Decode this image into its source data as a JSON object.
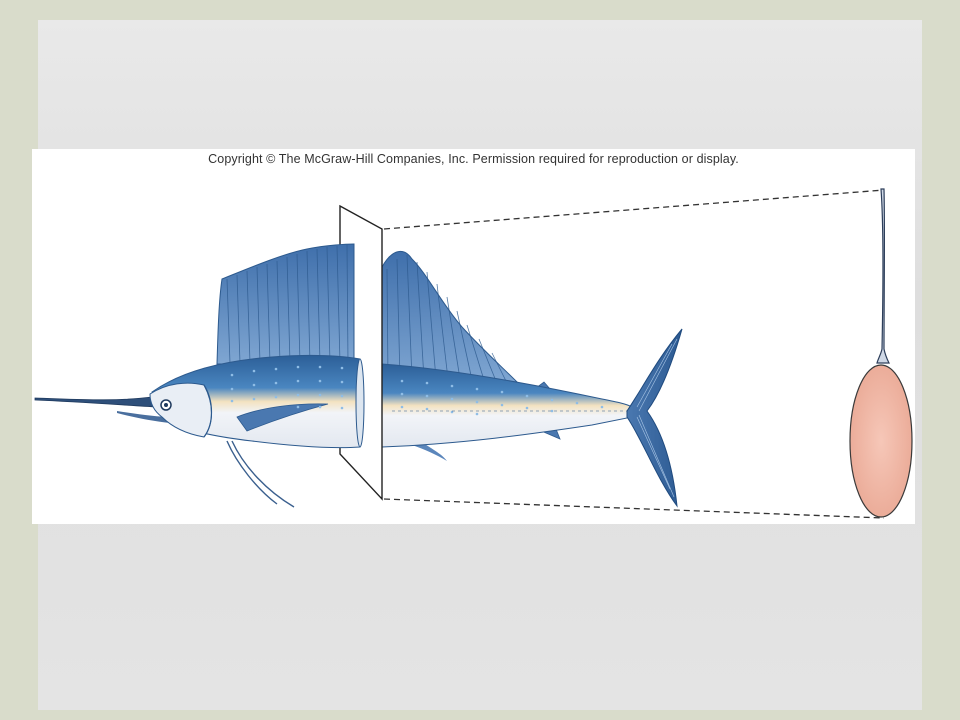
{
  "slide": {
    "copyright": "Copyright © The McGraw-Hill Companies, Inc. Permission required for reproduction or display."
  },
  "colors": {
    "slide_border": "#d9dccb",
    "fish_back": "#3a6fa8",
    "fish_belly": "#eef1f6",
    "fin": "#5b86bb",
    "stripe_dots": "#8fbde6",
    "cross_section": "#f0b8a8",
    "plane": "#ffffff"
  },
  "icons": [
    "sailfish-illustration",
    "cross-section-plane",
    "body-cross-section"
  ]
}
